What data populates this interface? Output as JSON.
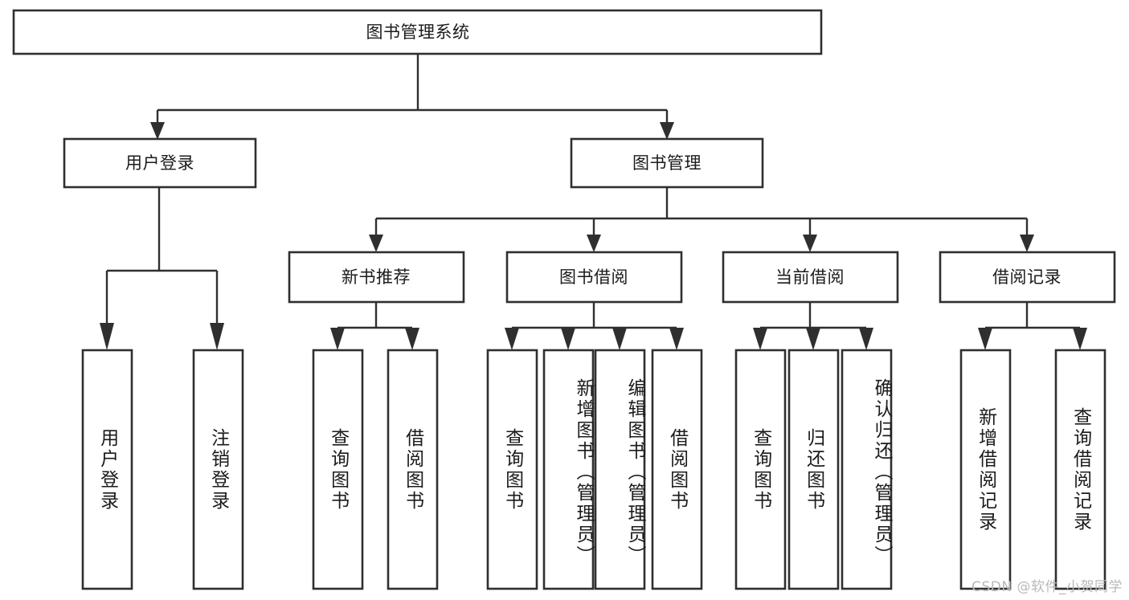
{
  "diagram": {
    "type": "tree-hierarchy-flowchart",
    "title": "图书管理系统",
    "watermark": "CSDN @软件_小贺同学",
    "colors": {
      "background": "#ffffff",
      "box_stroke": "#2f2f2f",
      "box_fill": "#ffffff",
      "connector": "#2f2f2f",
      "text": "#1b1b1b",
      "watermark": "#b9b9b9"
    },
    "nodes": {
      "root": {
        "label": "图书管理系统",
        "orientation": "horizontal"
      },
      "level2": [
        {
          "id": "user-login",
          "label": "用户登录",
          "orientation": "horizontal"
        },
        {
          "id": "book-management",
          "label": "图书管理",
          "orientation": "horizontal"
        }
      ],
      "level3": [
        {
          "id": "new-book-recommend",
          "label": "新书推荐",
          "orientation": "horizontal"
        },
        {
          "id": "book-borrow",
          "label": "图书借阅",
          "orientation": "horizontal"
        },
        {
          "id": "current-borrow",
          "label": "当前借阅",
          "orientation": "horizontal"
        },
        {
          "id": "borrow-record",
          "label": "借阅记录",
          "orientation": "horizontal"
        }
      ],
      "leaves": [
        {
          "id": "leaf-user-login",
          "label": "用户登录",
          "parent": "user-login",
          "orientation": "vertical"
        },
        {
          "id": "leaf-user-logout",
          "label": "注销登录",
          "parent": "user-login",
          "orientation": "vertical"
        },
        {
          "id": "leaf-query-book-1",
          "label": "查询图书",
          "parent": "new-book-recommend",
          "orientation": "vertical"
        },
        {
          "id": "leaf-borrow-book-1",
          "label": "借阅图书",
          "parent": "new-book-recommend",
          "orientation": "vertical"
        },
        {
          "id": "leaf-query-book-2",
          "label": "查询图书",
          "parent": "book-borrow",
          "orientation": "vertical"
        },
        {
          "id": "leaf-add-book",
          "label": "新增图书（管理员）",
          "parent": "book-borrow",
          "orientation": "vertical"
        },
        {
          "id": "leaf-edit-book",
          "label": "编辑图书（管理员）",
          "parent": "book-borrow",
          "orientation": "vertical"
        },
        {
          "id": "leaf-borrow-book-2",
          "label": "借阅图书",
          "parent": "book-borrow",
          "orientation": "vertical"
        },
        {
          "id": "leaf-query-book-3",
          "label": "查询图书",
          "parent": "current-borrow",
          "orientation": "vertical"
        },
        {
          "id": "leaf-return-book",
          "label": "归还图书",
          "parent": "current-borrow",
          "orientation": "vertical"
        },
        {
          "id": "leaf-confirm-return",
          "label": "确认归还（管理员）",
          "parent": "current-borrow",
          "orientation": "vertical"
        },
        {
          "id": "leaf-add-record",
          "label": "新增借阅记录",
          "parent": "borrow-record",
          "orientation": "vertical"
        },
        {
          "id": "leaf-query-record",
          "label": "查询借阅记录",
          "parent": "borrow-record",
          "orientation": "vertical"
        }
      ]
    }
  }
}
